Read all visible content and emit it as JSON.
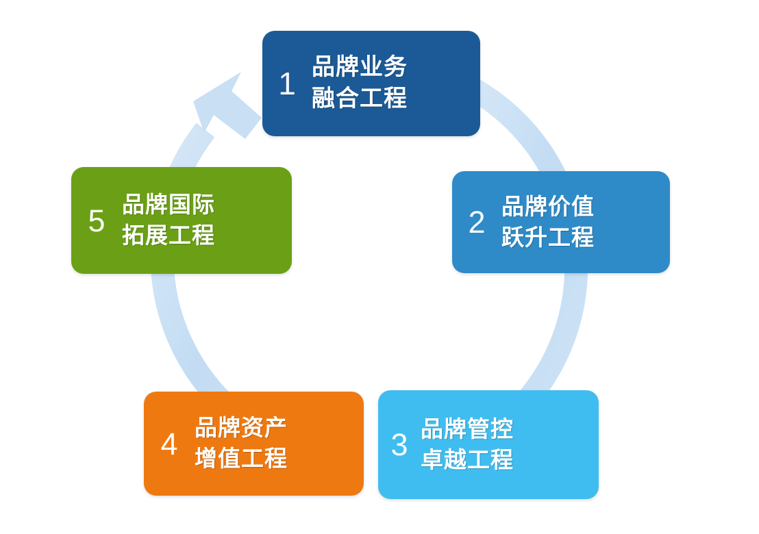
{
  "diagram": {
    "type": "cycle",
    "background": "#ffffff",
    "ring": {
      "color": "#c8dff4",
      "arrow_name": "cycle-arrow",
      "direction": "clockwise"
    },
    "nodes": [
      {
        "index": "1",
        "line1": "品牌业务",
        "line2": "融合工程",
        "color": "#1b5a96",
        "name": "brand-business-integration"
      },
      {
        "index": "2",
        "line1": "品牌价值",
        "line2": "跃升工程",
        "color": "#2e8bc8",
        "name": "brand-value-uplift"
      },
      {
        "index": "3",
        "line1": "品牌管控",
        "line2": "卓越工程",
        "color": "#40bdf0",
        "name": "brand-governance-excellence"
      },
      {
        "index": "4",
        "line1": "品牌资产",
        "line2": "增值工程",
        "color": "#ef7911",
        "name": "brand-asset-appreciation"
      },
      {
        "index": "5",
        "line1": "品牌国际",
        "line2": "拓展工程",
        "color": "#6ba016",
        "name": "brand-international-expansion"
      }
    ]
  }
}
